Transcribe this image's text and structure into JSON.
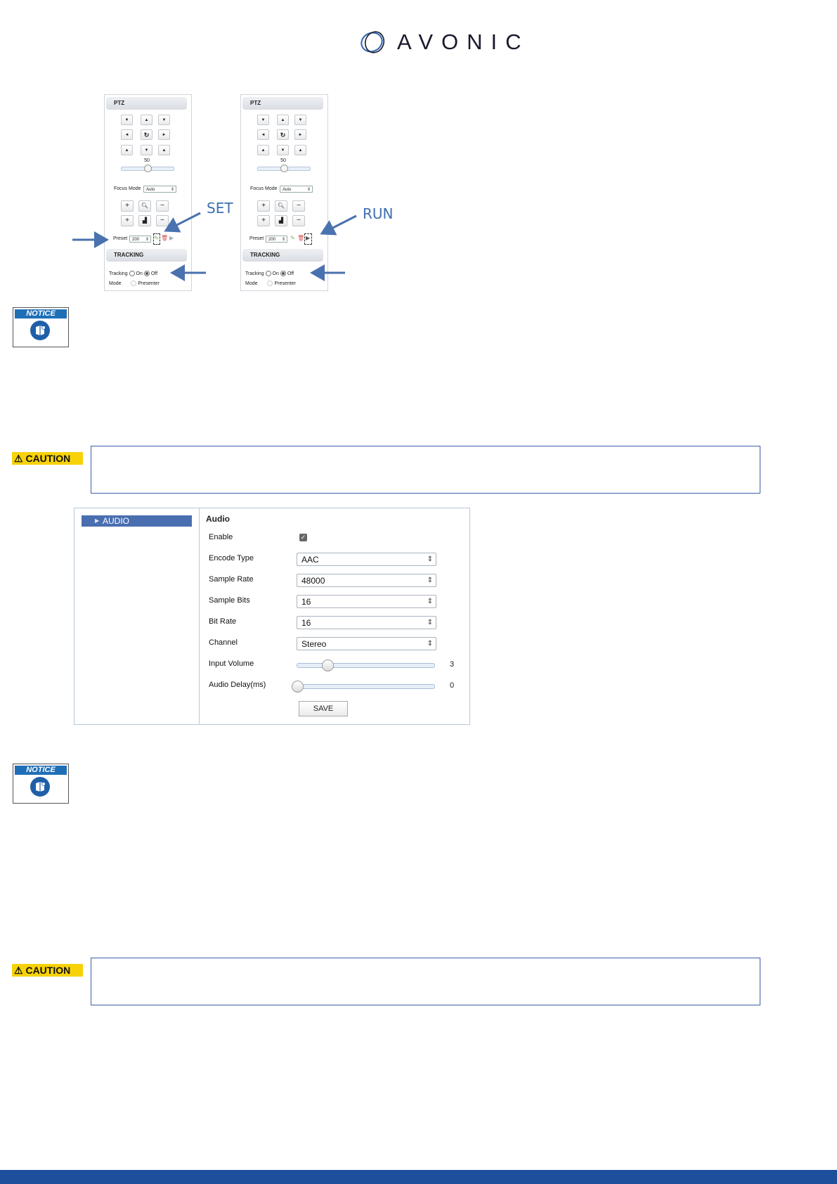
{
  "brand": {
    "name": "AVONIC"
  },
  "ptz_panels": [
    {
      "ptz_title": "PTZ",
      "speed_value": "50",
      "focus_mode_label": "Focus Mode",
      "focus_mode_value": "Auto",
      "preset_label": "Preset",
      "preset_value": "200",
      "tracking_title": "TRACKING",
      "tracking_label": "Tracking",
      "on_label": "On",
      "off_label": "Off",
      "mode_label": "Mode",
      "presenter_label": "Presenter"
    },
    {
      "ptz_title": "PTZ",
      "speed_value": "50",
      "focus_mode_label": "Focus Mode",
      "focus_mode_value": "Auto",
      "preset_label": "Preset",
      "preset_value": "200",
      "tracking_title": "TRACKING",
      "tracking_label": "Tracking",
      "on_label": "On",
      "off_label": "Off",
      "mode_label": "Mode",
      "presenter_label": "Presenter"
    }
  ],
  "callouts": {
    "set": "SET",
    "run": "RUN"
  },
  "notice": {
    "label": "NOTICE",
    "icon": "manual-icon"
  },
  "caution": {
    "label": "CAUTION",
    "icon": "warning-triangle-icon"
  },
  "audio": {
    "menu_item": "AUDIO",
    "title": "Audio",
    "rows": {
      "enable": {
        "label": "Enable",
        "checked": true
      },
      "encode_type": {
        "label": "Encode Type",
        "value": "AAC"
      },
      "sample_rate": {
        "label": "Sample Rate",
        "value": "48000"
      },
      "sample_bits": {
        "label": "Sample Bits",
        "value": "16"
      },
      "bit_rate": {
        "label": "Bit Rate",
        "value": "16"
      },
      "channel": {
        "label": "Channel",
        "value": "Stereo"
      },
      "input_volume": {
        "label": "Input Volume",
        "value": "3"
      },
      "audio_delay": {
        "label": "Audio Delay(ms)",
        "value": "0"
      }
    },
    "save_label": "SAVE"
  },
  "colors": {
    "accent": "#4a6fb0",
    "footer": "#1c4f9c",
    "caution": "#f7d208",
    "notice_blue": "#1f6fb7"
  }
}
